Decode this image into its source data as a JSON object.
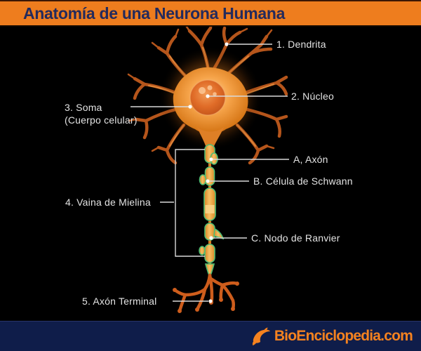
{
  "header": {
    "title": "Anatomía de una Neurona Humana"
  },
  "labels": {
    "dendrite": "1. Dendrita",
    "nucleus": "2. Núcleo",
    "soma_line1": "3. Soma",
    "soma_line2": "(Cuerpo celular)",
    "axon": "A, Axón",
    "schwann": "B. Célula de Schwann",
    "myelin": "4. Vaina de Mielina",
    "ranvier": "C. Nodo de Ranvier",
    "terminal": "5. Axón Terminal"
  },
  "footer": {
    "brand": "BioEnciclopedia.com"
  },
  "colors": {
    "header-bg": "#ee7d1e",
    "header-text": "#232a5c",
    "canvas-bg": "#000000",
    "label-text": "#e3e3e3",
    "leader-line": "#d9d9d9",
    "footer-bg": "#0f1d4a",
    "brand-orange": "#f5821f",
    "neuron-orange": "#e8882f",
    "myelin-green": "#4fbe74"
  }
}
